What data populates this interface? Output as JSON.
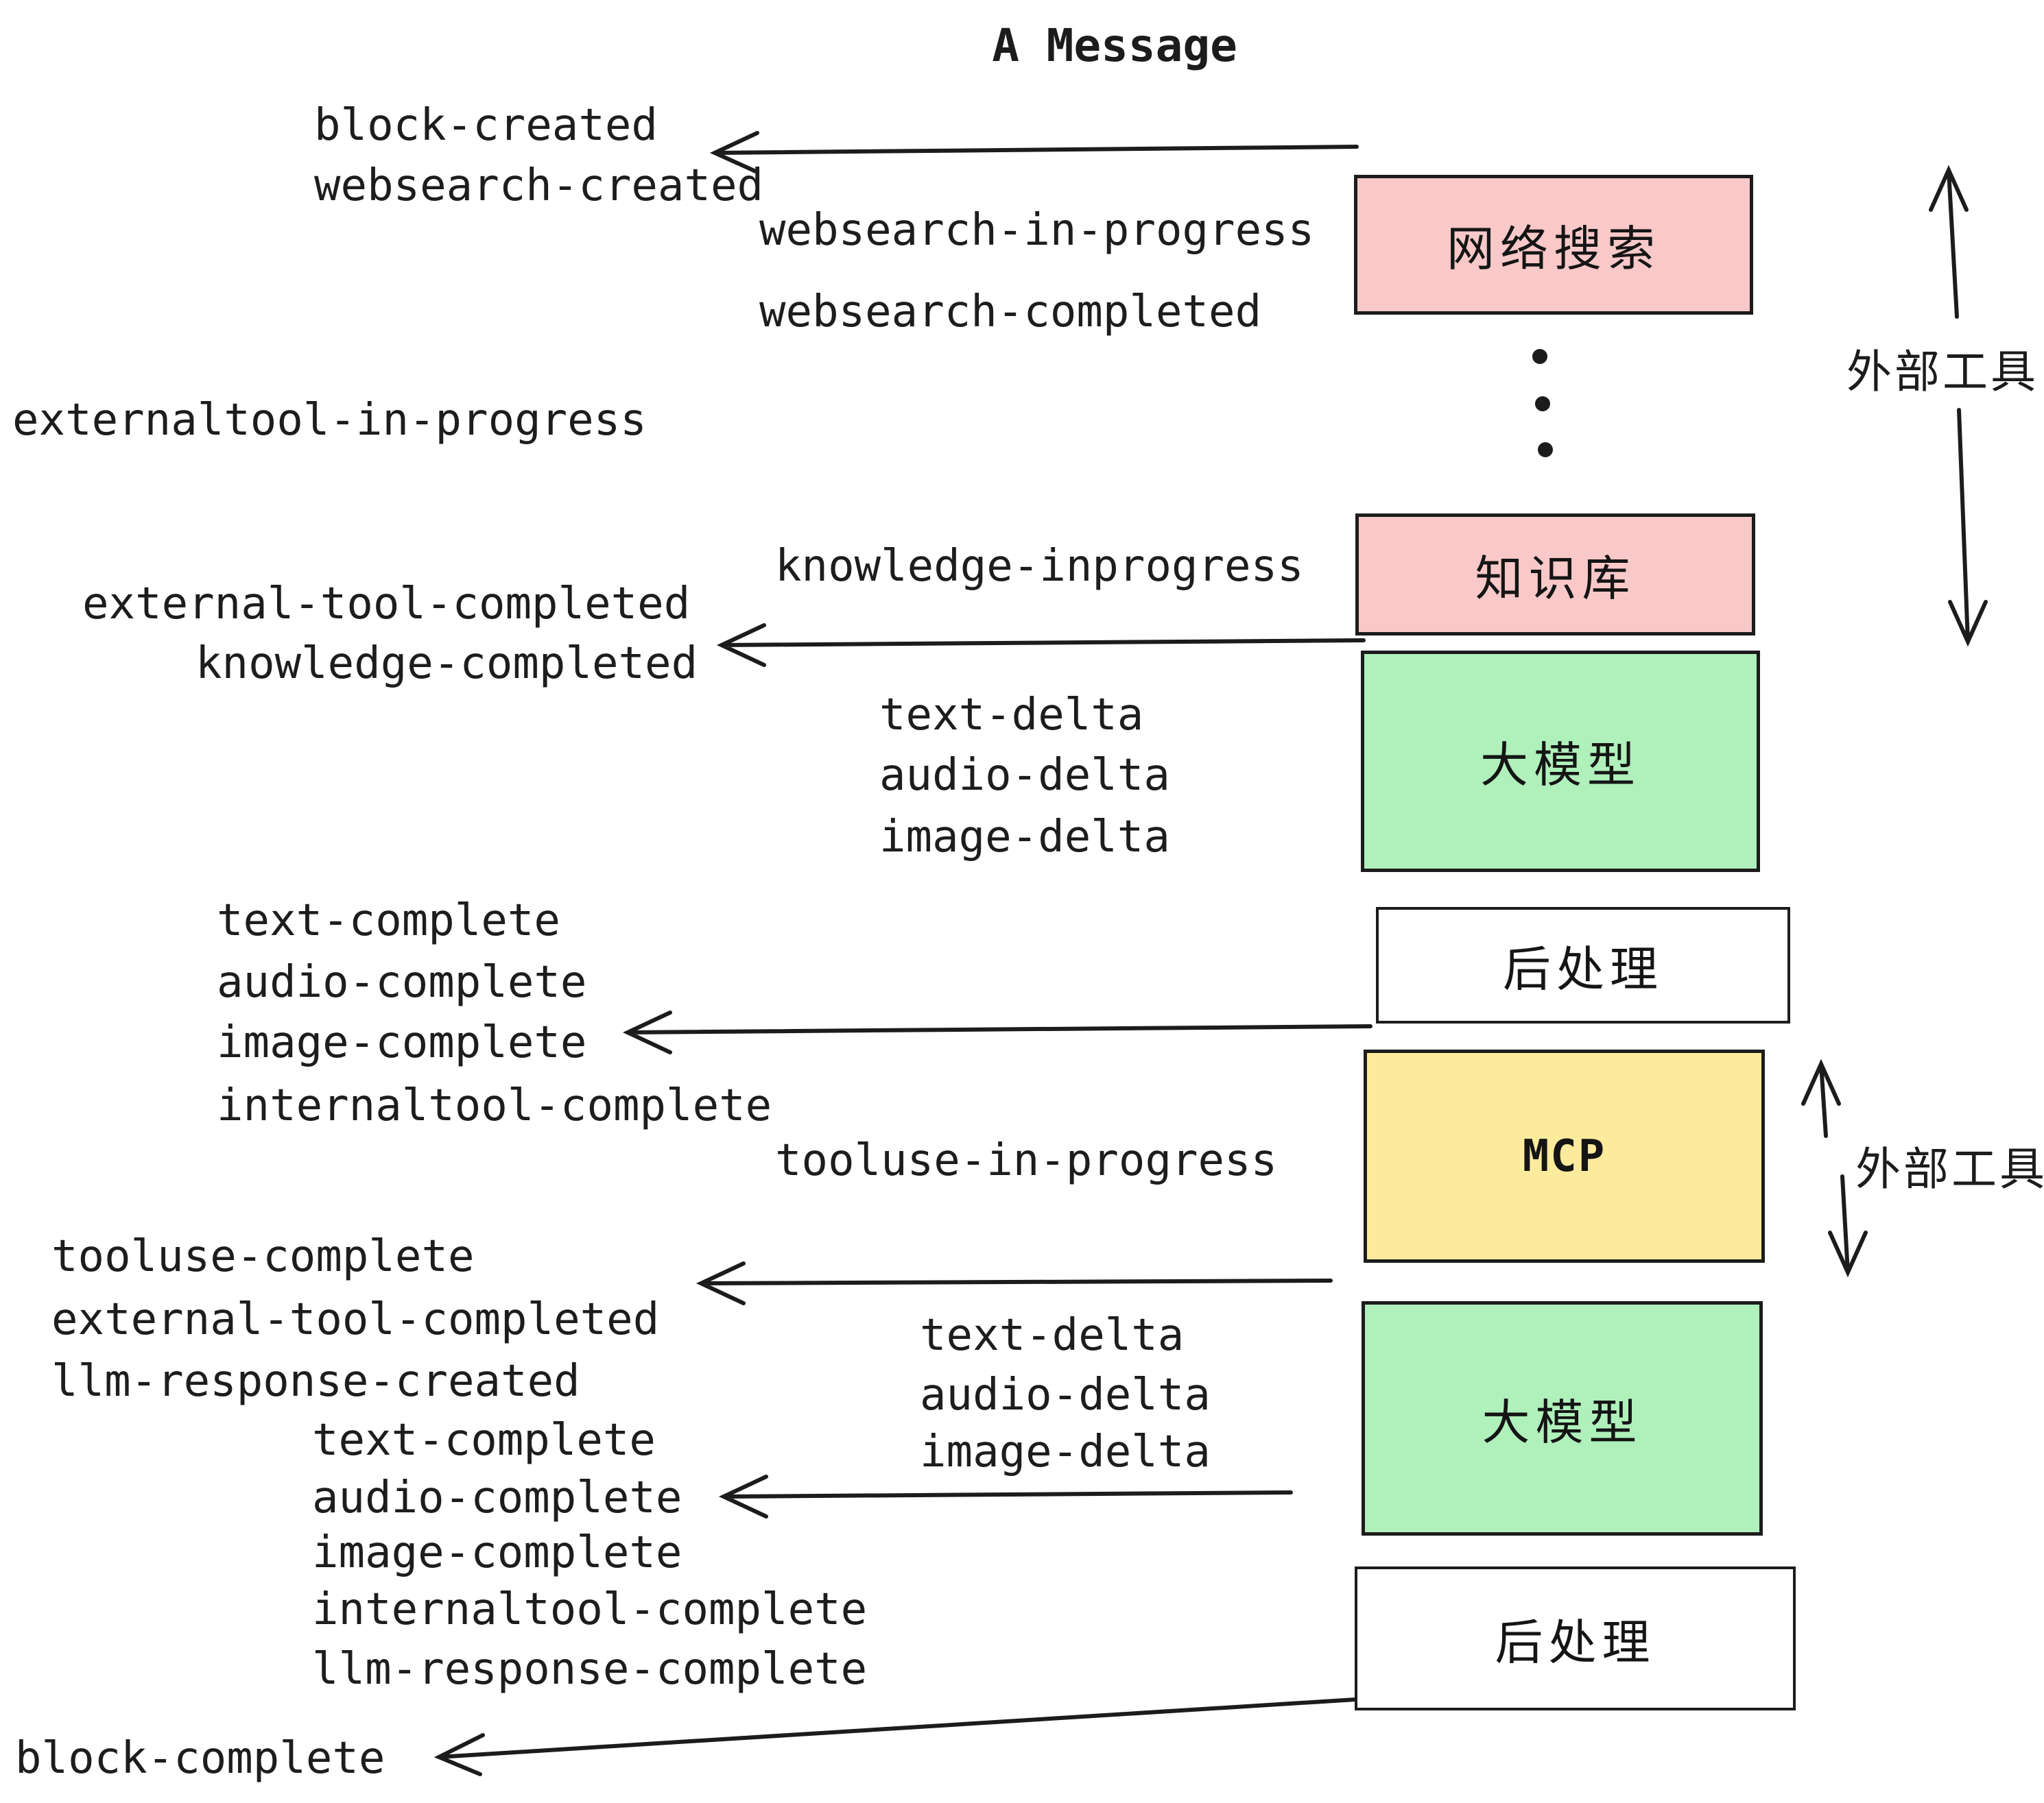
{
  "title": "A Message",
  "colors": {
    "box_pink": "#f9c8c8",
    "box_green": "#aff0bb",
    "box_yellow": "#fdeb9d",
    "box_white": "#ffffff",
    "line": "#1c1c1c",
    "text": "#1d1d1d"
  },
  "pipeline_boxes": [
    {
      "label": "网络搜索",
      "color": "pink"
    },
    {
      "label": "知识库",
      "color": "pink"
    },
    {
      "label": "大模型",
      "color": "green"
    },
    {
      "label": "后处理",
      "color": "white"
    },
    {
      "label": "MCP",
      "color": "yellow"
    },
    {
      "label": "大模型",
      "color": "green"
    },
    {
      "label": "后处理",
      "color": "white"
    }
  ],
  "side_annotations": {
    "external_tools_top": "外部工具",
    "external_tools_mcp": "外部工具"
  },
  "events": {
    "block_created": "block-created",
    "websearch_created": "websearch-created",
    "websearch_in_progress": "websearch-in-progress",
    "websearch_completed": "websearch-completed",
    "externaltool_in_progress": "externaltool-in-progress",
    "external_tool_completed": "external-tool-completed",
    "knowledge_inprogress": "knowledge-inprogress",
    "knowledge_completed": "knowledge-completed",
    "text_delta": "text-delta",
    "audio_delta": "audio-delta",
    "image_delta": "image-delta",
    "text_complete": "text-complete",
    "audio_complete": "audio-complete",
    "image_complete": "image-complete",
    "internaltool_complete": "internaltool-complete",
    "tooluse_in_progress": "tooluse-in-progress",
    "tooluse_complete": "tooluse-complete",
    "external_tool_completed_2": "external-tool-completed",
    "llm_response_created": "llm-response-created",
    "text_complete_2": "text-complete",
    "audio_complete_2": "audio-complete",
    "image_complete_2": "image-complete",
    "internaltool_complete_2": "internaltool-complete",
    "llm_response_complete": "llm-response-complete",
    "block_complete": "block-complete",
    "text_delta_2": "text-delta",
    "audio_delta_2": "audio-delta",
    "image_delta_2": "image-delta"
  }
}
